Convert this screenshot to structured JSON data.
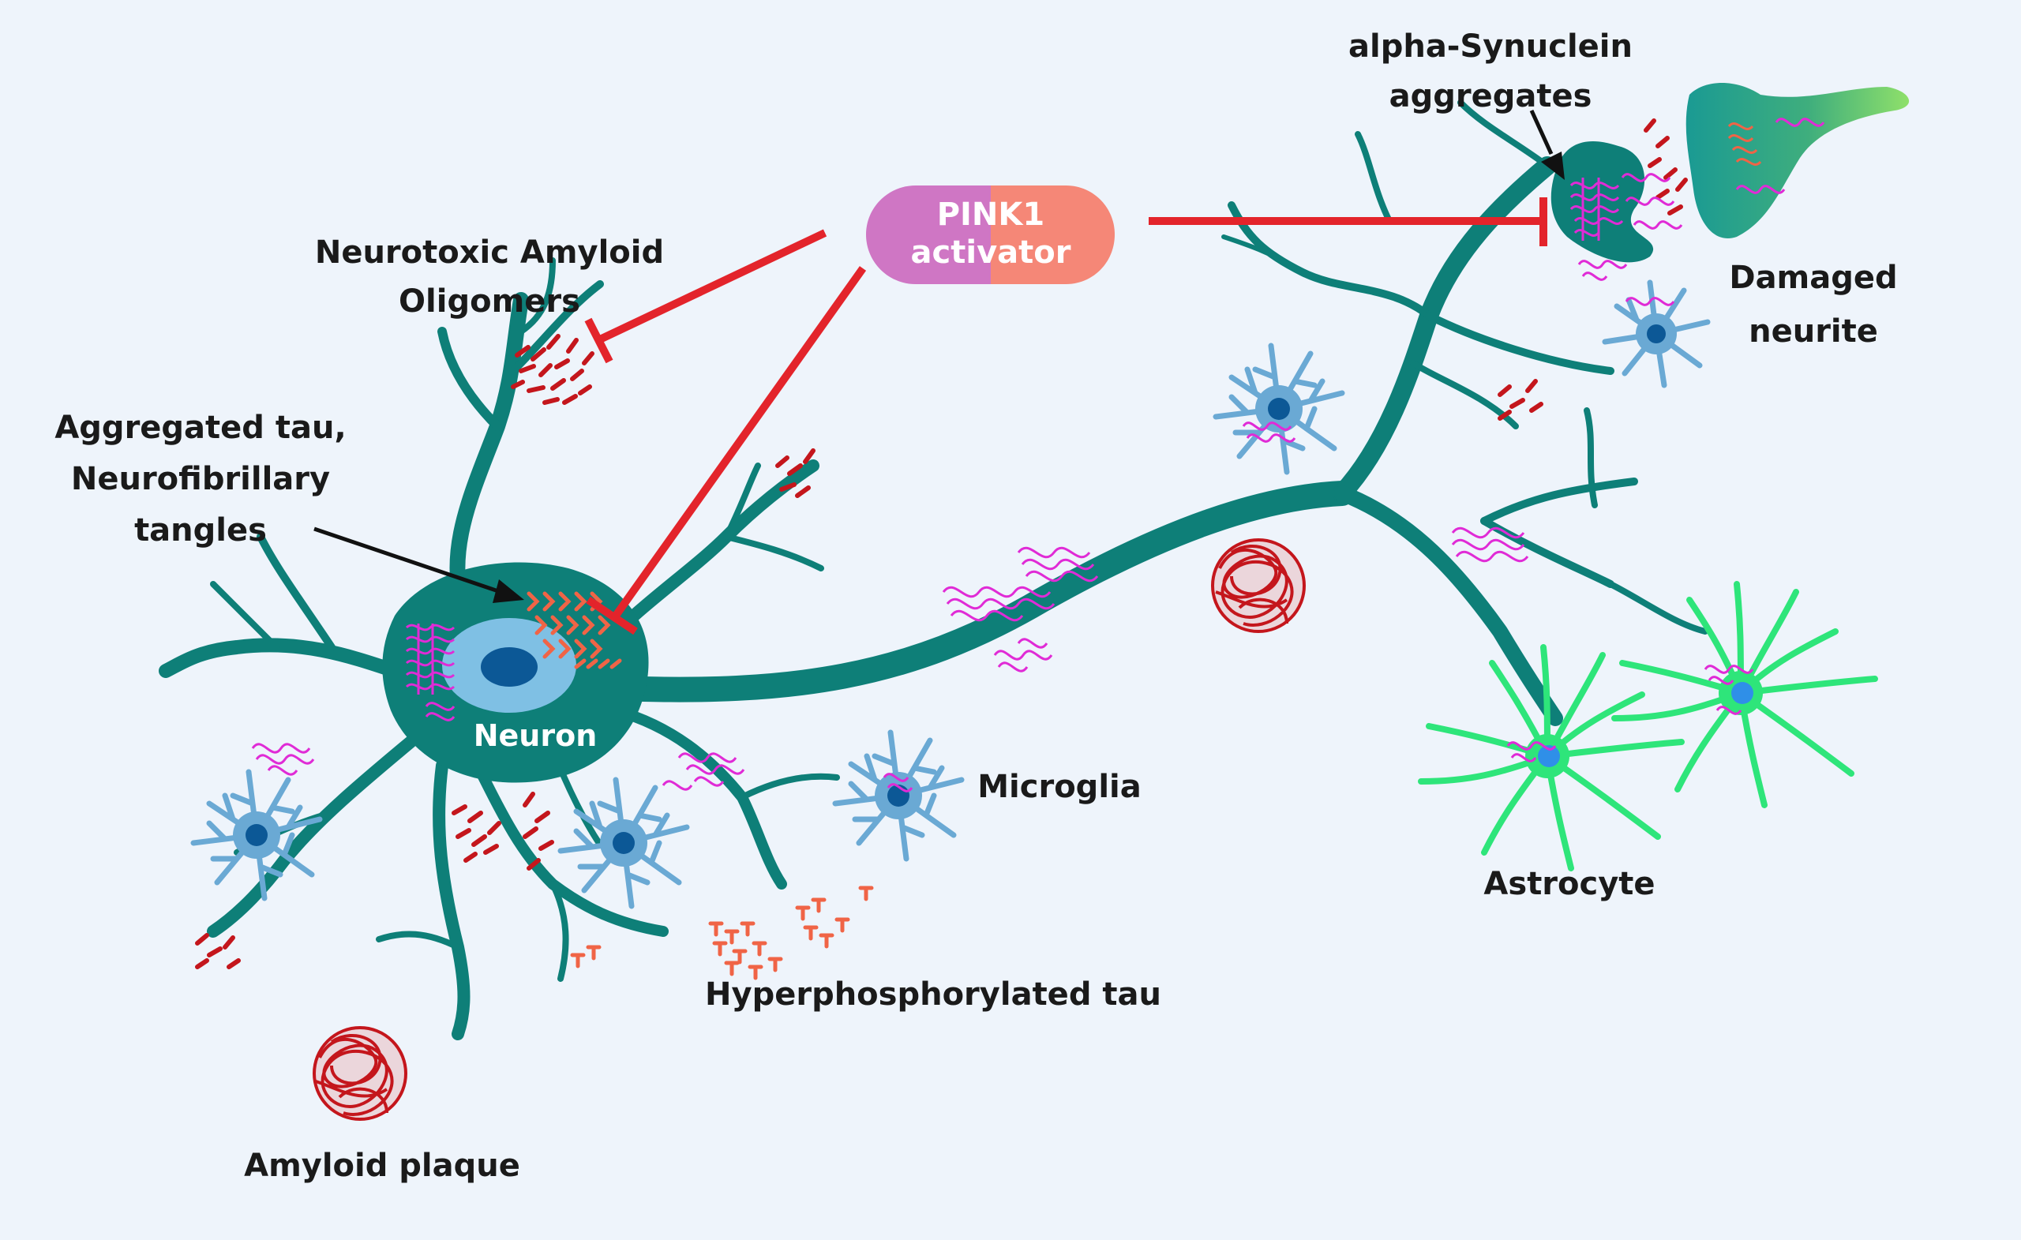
{
  "diagram": {
    "drug": {
      "line1": "PINK1",
      "line2": "activator",
      "colors": {
        "left": "#cf76c4",
        "right": "#f58777"
      }
    },
    "labels": {
      "amyloid_oligomers_1": "Neurotoxic Amyloid",
      "amyloid_oligomers_2": "Oligomers",
      "agg_tau_1": "Aggregated tau,",
      "agg_tau_2": "Neurofibrillary",
      "agg_tau_3": "tangles",
      "neuron": "Neuron",
      "microglia": "Microglia",
      "hyper_tau": "Hyperphosphorylated tau",
      "amyloid_plaque": "Amyloid plaque",
      "syn_1": "alpha-Synuclein",
      "syn_2": "aggregates",
      "damaged_1": "Damaged",
      "damaged_2": "neurite",
      "astrocyte": "Astrocyte"
    },
    "colors": {
      "background": "#eef4fb",
      "neuron": "#0e7f78",
      "nucleus_outer": "#7fc0e4",
      "nucleus_inner": "#0c5896",
      "inhibition": "#e3242b",
      "amyloid": "#c4161c",
      "tau": "#f06446",
      "synuclein": "#e02bd6",
      "microglia": "#6aa9d4",
      "astrocyte": "#2ee57a"
    }
  }
}
